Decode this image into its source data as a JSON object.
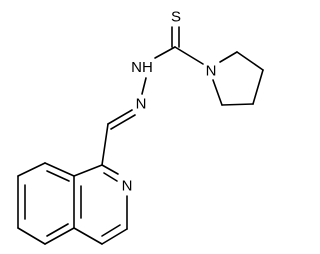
{
  "molecule": {
    "atoms": {
      "sulfur": "S",
      "nh": "N",
      "h": "H",
      "imine_n": "N",
      "pyrrolidine_n": "N",
      "ring_n": "N"
    },
    "colors": {
      "bond": "#000000",
      "label": "#000000",
      "background": "#ffffff"
    }
  }
}
